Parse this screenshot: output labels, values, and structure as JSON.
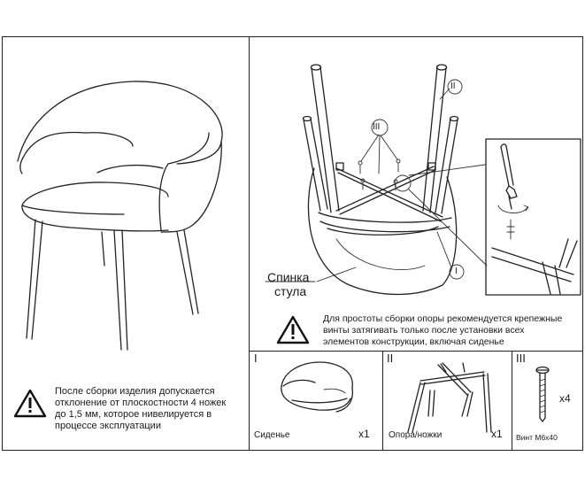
{
  "left_panel": {
    "warning_text_lines": [
      "После сборки изделия допускается",
      "отклонение от плоскостности 4 ножек",
      "до 1,5 мм, которое нивелируется в",
      "процессе эксплуатации"
    ]
  },
  "right_panel": {
    "back_label_lines": [
      "Спинка",
      "стула"
    ],
    "callouts": {
      "part1": "I",
      "part2": "II",
      "part3": "III"
    },
    "warning_text_lines": [
      "Для простоты сборки опоры рекомендуется крепежные",
      "винты затягивать только после установки всех",
      "элементов конструкции, включая сиденье"
    ]
  },
  "parts": [
    {
      "numeral": "I",
      "name": "Сиденье",
      "qty": "x1"
    },
    {
      "numeral": "II",
      "name": "Опора/ножки",
      "qty": "x1"
    },
    {
      "numeral": "III",
      "name": "Винт М6х40",
      "qty": "x4"
    }
  ]
}
